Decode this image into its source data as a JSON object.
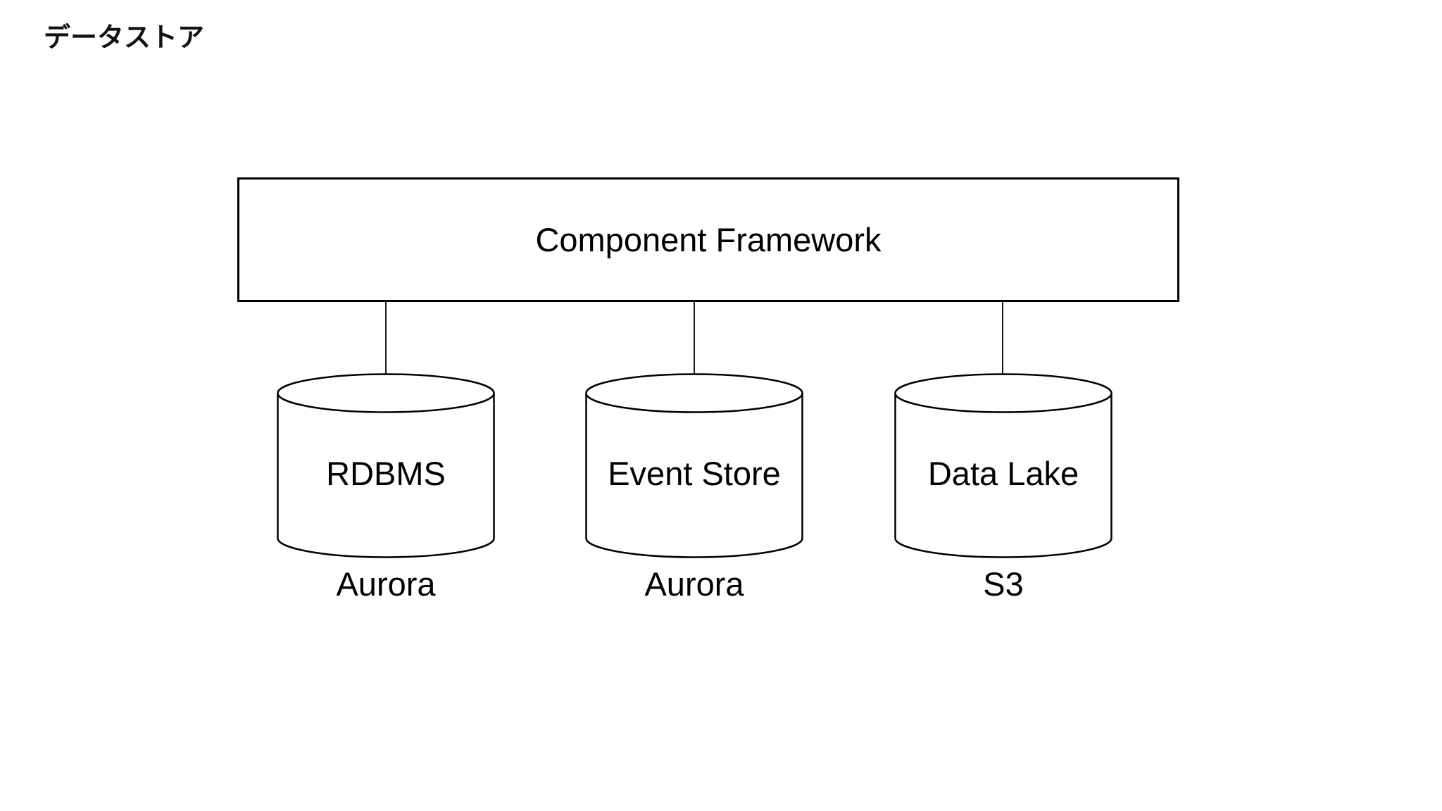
{
  "page": {
    "title": "データストア",
    "background": "#ffffff"
  },
  "diagram": {
    "framework": {
      "label": "Component Framework"
    },
    "stores": [
      {
        "label": "RDBMS",
        "caption": "Aurora"
      },
      {
        "label": "Event Store",
        "caption": "Aurora"
      },
      {
        "label": "Data Lake",
        "caption": "S3"
      }
    ],
    "colors": {
      "stroke": "#000000",
      "text": "#000000",
      "background": "#ffffff"
    }
  }
}
